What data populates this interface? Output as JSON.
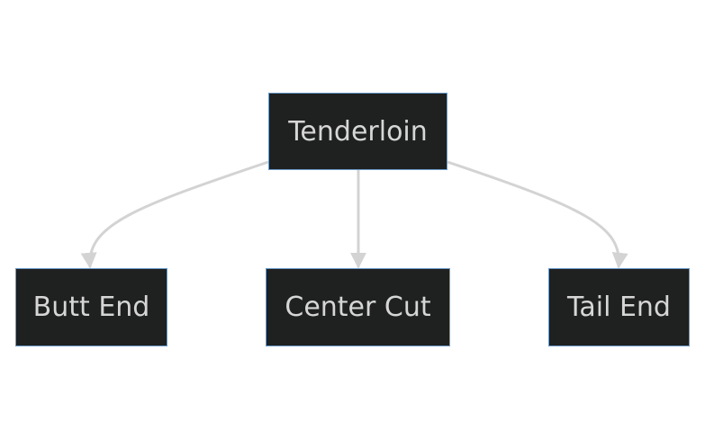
{
  "diagram": {
    "type": "tree",
    "root": {
      "label": "Tenderloin"
    },
    "children": [
      {
        "label": "Butt End"
      },
      {
        "label": "Center Cut"
      },
      {
        "label": "Tail End"
      }
    ],
    "edges": [
      {
        "from": "Tenderloin",
        "to": "Butt End"
      },
      {
        "from": "Tenderloin",
        "to": "Center Cut"
      },
      {
        "from": "Tenderloin",
        "to": "Tail End"
      }
    ],
    "colors": {
      "node_fill": "#1f2020",
      "node_border": "#6a9bc9",
      "node_text": "#d6d6d6",
      "edge": "#d3d3d3",
      "background": "#ffffff"
    }
  }
}
